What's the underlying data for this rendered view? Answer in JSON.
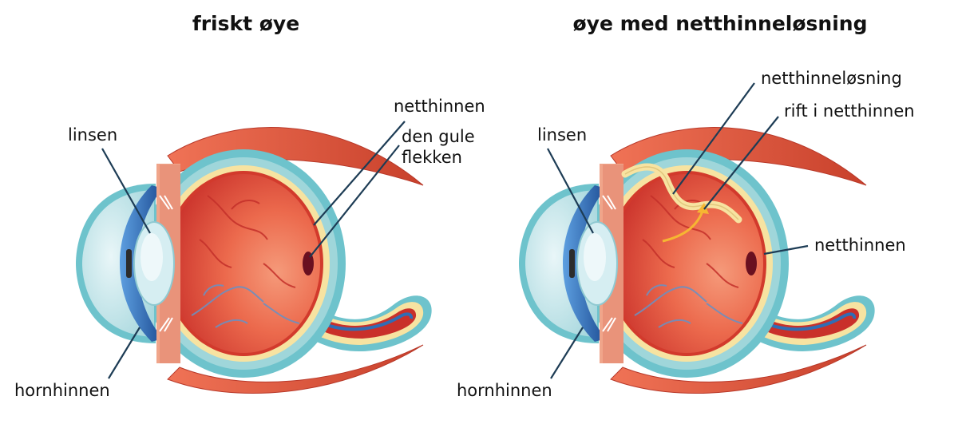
{
  "panels": [
    {
      "title": "friskt øye",
      "labels": {
        "lens": "linsen",
        "cornea": "hornhinnen",
        "retina": "netthinnen",
        "macula_line1": "den gule",
        "macula_line2": "flekken"
      }
    },
    {
      "title": "øye med netthinneløsning",
      "labels": {
        "lens": "linsen",
        "cornea": "hornhinnen",
        "detachment": "netthinneløsning",
        "tear": "rift i netthinnen",
        "retina": "netthinnen"
      }
    }
  ],
  "colors": {
    "sclera_outline": "#6ec3cc",
    "sclera_inner": "#9fd6da",
    "cornea_outer": "#bfe4e8",
    "iris_blue": "#2f6db5",
    "lens": "#d6eef2",
    "vitreous": "#e4503a",
    "retina_yellow": "#f7e3a1",
    "muscle": "#e0553b",
    "macula": "#6a1020",
    "tear_arrow": "#f6b632",
    "leader_line": "#1d3c55"
  }
}
